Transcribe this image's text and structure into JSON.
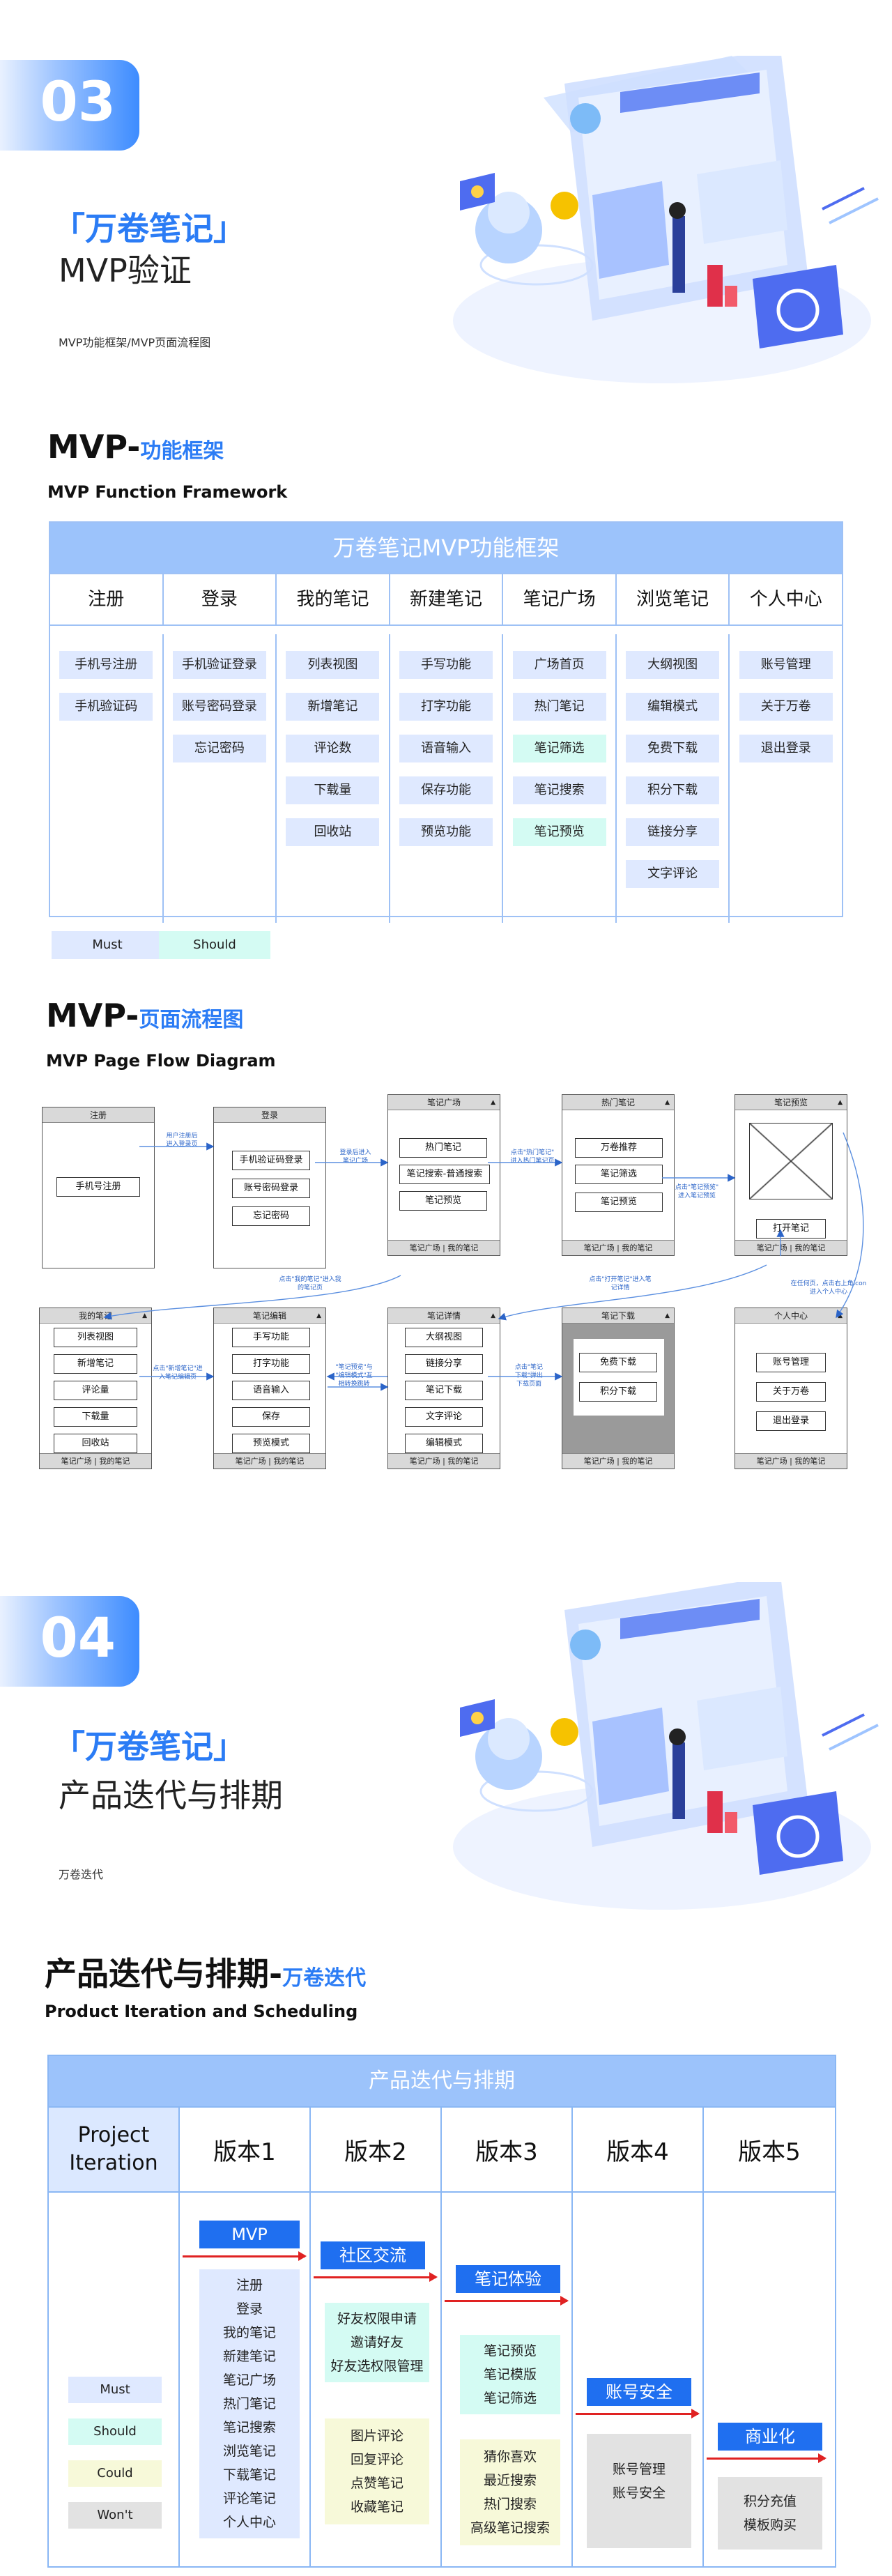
{
  "section3": {
    "number": "03",
    "title": "「万卷笔记」",
    "subtitle": "MVP验证",
    "caption": "MVP功能框架/MVP页面流程图"
  },
  "framework": {
    "heading_main": "MVP-",
    "heading_blue": "功能框架",
    "heading_en": "MVP Function Framework",
    "table_title": "万卷笔记MVP功能框架",
    "columns": [
      {
        "name": "注册",
        "items": [
          {
            "t": "手机号注册",
            "k": "must"
          },
          {
            "t": "手机验证码",
            "k": "must"
          }
        ]
      },
      {
        "name": "登录",
        "items": [
          {
            "t": "手机验证登录",
            "k": "must"
          },
          {
            "t": "账号密码登录",
            "k": "must"
          },
          {
            "t": "忘记密码",
            "k": "must"
          }
        ]
      },
      {
        "name": "我的笔记",
        "items": [
          {
            "t": "列表视图",
            "k": "must"
          },
          {
            "t": "新增笔记",
            "k": "must"
          },
          {
            "t": "评论数",
            "k": "must"
          },
          {
            "t": "下载量",
            "k": "must"
          },
          {
            "t": "回收站",
            "k": "must"
          }
        ]
      },
      {
        "name": "新建笔记",
        "items": [
          {
            "t": "手写功能",
            "k": "must"
          },
          {
            "t": "打字功能",
            "k": "must"
          },
          {
            "t": "语音输入",
            "k": "must"
          },
          {
            "t": "保存功能",
            "k": "must"
          },
          {
            "t": "预览功能",
            "k": "must"
          }
        ]
      },
      {
        "name": "笔记广场",
        "items": [
          {
            "t": "广场首页",
            "k": "must"
          },
          {
            "t": "热门笔记",
            "k": "must"
          },
          {
            "t": "笔记筛选",
            "k": "should"
          },
          {
            "t": "笔记搜索",
            "k": "must"
          },
          {
            "t": "笔记预览",
            "k": "should"
          }
        ]
      },
      {
        "name": "浏览笔记",
        "items": [
          {
            "t": "大纲视图",
            "k": "must"
          },
          {
            "t": "编辑模式",
            "k": "must"
          },
          {
            "t": "免费下载",
            "k": "must"
          },
          {
            "t": "积分下载",
            "k": "must"
          },
          {
            "t": "链接分享",
            "k": "must"
          },
          {
            "t": "文字评论",
            "k": "must"
          }
        ]
      },
      {
        "name": "个人中心",
        "items": [
          {
            "t": "账号管理",
            "k": "must"
          },
          {
            "t": "关于万卷",
            "k": "must"
          },
          {
            "t": "退出登录",
            "k": "must"
          }
        ]
      }
    ],
    "legend": {
      "must": "Must",
      "should": "Should"
    },
    "colors": {
      "must": "#dfe9ff",
      "should": "#d4fbf3",
      "header": "#9cc3fb",
      "border": "#9ec1f5"
    }
  },
  "flow": {
    "heading_main": "MVP-",
    "heading_blue": "页面流程图",
    "heading_en": "MVP  Page Flow Diagram",
    "footer_text": "笔记广场  |  我的笔记",
    "screens": {
      "register": {
        "title": "注册",
        "buttons": [
          "手机号注册"
        ]
      },
      "login": {
        "title": "登录",
        "buttons": [
          "手机验证码登录",
          "账号密码登录",
          "忘记密码"
        ]
      },
      "square": {
        "title": "笔记广场",
        "buttons": [
          "热门笔记",
          "笔记搜索-普通搜索",
          "笔记预览"
        ]
      },
      "hot": {
        "title": "热门笔记",
        "buttons": [
          "万卷推荐",
          "笔记筛选",
          "笔记预览"
        ]
      },
      "preview": {
        "title": "笔记预览",
        "buttons": [
          "打开笔记"
        ]
      },
      "mynotes": {
        "title": "我的笔记",
        "buttons": [
          "列表视图",
          "新增笔记",
          "评论量",
          "下载量",
          "回收站"
        ]
      },
      "edit": {
        "title": "笔记编辑",
        "buttons": [
          "手写功能",
          "打字功能",
          "语音输入",
          "保存",
          "预览模式"
        ]
      },
      "detail": {
        "title": "笔记详情",
        "buttons": [
          "大纲视图",
          "链接分享",
          "笔记下载",
          "文字评论",
          "编辑模式"
        ]
      },
      "download": {
        "title": "笔记下载",
        "buttons": [
          "免费下载",
          "积分下载"
        ]
      },
      "profile": {
        "title": "个人中心",
        "buttons": [
          "账号管理",
          "关于万卷",
          "退出登录"
        ]
      }
    },
    "notes": {
      "n1": "用户注册后\n进入登录页",
      "n2": "登录后进入\n笔记广场",
      "n3": "点击\"热门笔记\"\n进入热门笔记页",
      "n4": "点击\"笔记预览\"\n进入笔记预览",
      "n5": "点击\"我的笔记\"进入我\n的笔记页",
      "n6": "点击\"打开笔记\"进入笔\n记详情",
      "n7": "在任何页，点击右上角icon\n进入个人中心",
      "n8": "点击\"新增笔记\"进\n入笔记编辑页",
      "n9": "\"笔记预览\"与\n\"编辑模式\"互\n相转换跳转",
      "n10": "点击\"笔记\n下载\"弹出\n下载页面"
    }
  },
  "section4": {
    "number": "04",
    "title": "「万卷笔记」",
    "subtitle": "产品迭代与排期",
    "caption": "万卷迭代"
  },
  "iteration": {
    "heading_main": "产品迭代与排期-",
    "heading_blue": "万卷迭代",
    "heading_en": "Product Iteration and Scheduling",
    "table_title": "产品迭代与排期",
    "first_col": "Project\nIteration",
    "versions": [
      "版本1",
      "版本2",
      "版本3",
      "版本4",
      "版本5"
    ],
    "legend": {
      "must": "Must",
      "should": "Should",
      "could": "Could",
      "wont": "Won't"
    },
    "v1": {
      "tag": "MVP",
      "items": [
        "注册",
        "登录",
        "我的笔记",
        "新建笔记",
        "笔记广场",
        "热门笔记",
        "笔记搜索",
        "浏览笔记",
        "下载笔记",
        "评论笔记",
        "个人中心"
      ]
    },
    "v2": {
      "tag": "社区交流",
      "should_items": [
        "好友权限申请",
        "邀请好友",
        "好友选权限管理"
      ],
      "could_items": [
        "图片评论",
        "回复评论",
        "点赞笔记",
        "收藏笔记"
      ]
    },
    "v3": {
      "tag": "笔记体验",
      "should_items": [
        "笔记预览",
        "笔记模版",
        "笔记筛选"
      ],
      "could_items": [
        "猜你喜欢",
        "最近搜索",
        "热门搜索",
        "高级笔记搜索"
      ]
    },
    "v4": {
      "tag": "账号安全",
      "wont_items": [
        "账号管理",
        "账号安全"
      ]
    },
    "v5": {
      "tag": "商业化",
      "wont_items": [
        "积分充值",
        "模板购买"
      ]
    },
    "colors": {
      "must": "#dfe9ff",
      "should": "#d4fbf3",
      "could": "#f7f9d9",
      "wont": "#e2e2e2",
      "tag": "#1f6ff0",
      "arrow": "#e02222"
    }
  }
}
